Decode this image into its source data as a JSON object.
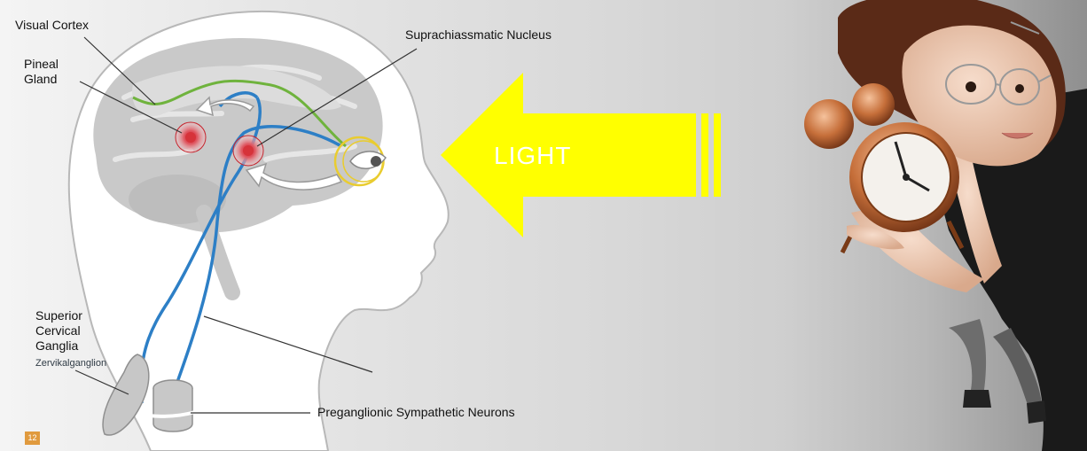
{
  "labels": {
    "visual_cortex": "Visual Cortex",
    "pineal_gland": "Pineal\nGland",
    "scn": "Suprachiassmatic Nucleus",
    "superior_cervical_ganglia": "Superior\nCervical\nGanglia",
    "zervikalganglion": "Zervikalganglion",
    "preganglionic": "Preganglionic Sympathetic Neurons",
    "light": "LIGHT"
  },
  "page_number": "12",
  "colors": {
    "arrow_yellow": "#ffff00",
    "visual_pathway_green": "#6fb33d",
    "neuron_blue": "#2d7fc6",
    "nucleus_red": "#d6333a",
    "eye_ring": "#e9cc2f",
    "page_badge": "#e09a3e"
  },
  "icons": {
    "arrow": "yellow-left-arrow",
    "person": "woman-with-alarm-clock"
  }
}
